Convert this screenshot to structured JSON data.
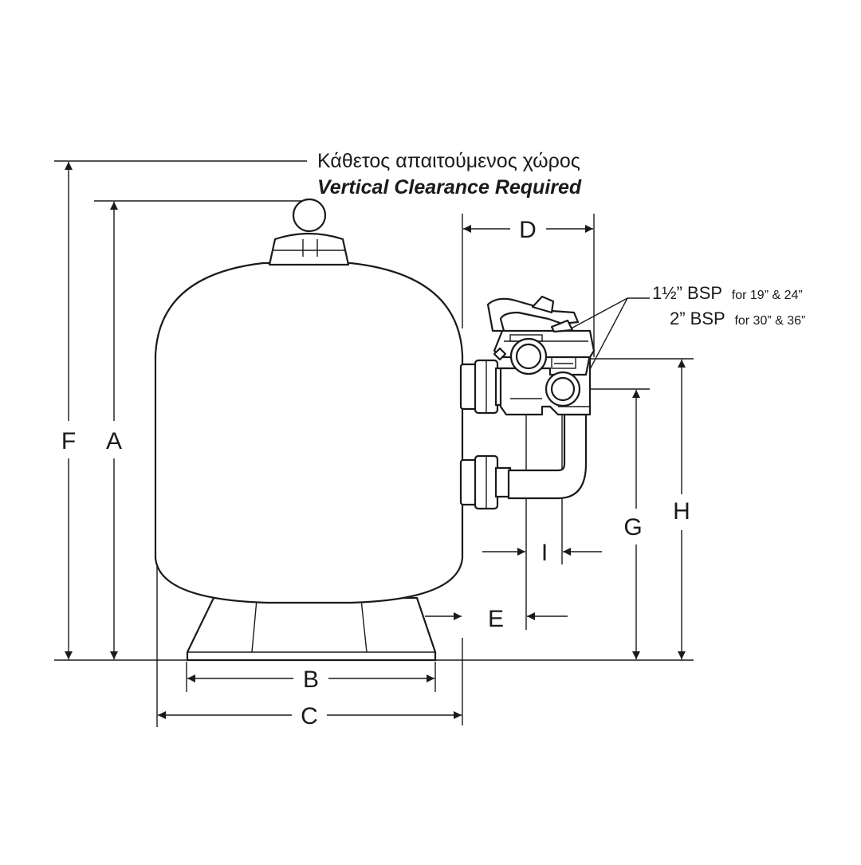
{
  "clearance": {
    "greek": "Κάθετος απαιτούμενος χώρος",
    "english": "Vertical Clearance Required"
  },
  "dimensions": {
    "A": "A",
    "B": "B",
    "C": "C",
    "D": "D",
    "E": "E",
    "F": "F",
    "G": "G",
    "H": "H",
    "I": "I"
  },
  "ports": {
    "line1_main": "1½” BSP",
    "line1_note": "for 19” & 24”",
    "line2_main": "2” BSP",
    "line2_note": "for 30” & 36”"
  }
}
